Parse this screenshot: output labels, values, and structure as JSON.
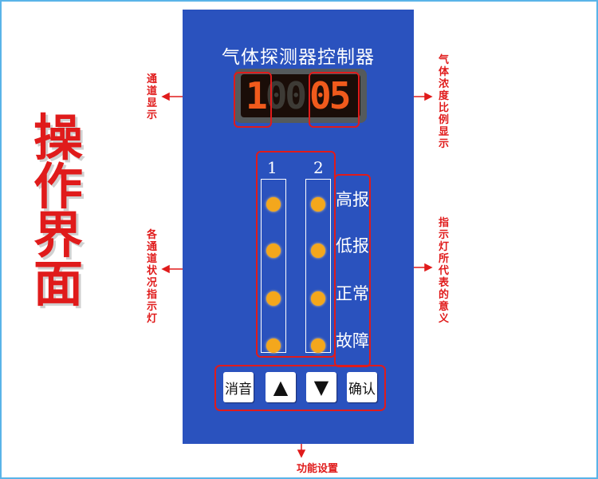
{
  "page_title": [
    "操",
    "作",
    "界",
    "面"
  ],
  "panel": {
    "title": "气体探测器控制器",
    "display": {
      "channel_digits_lit": "1",
      "channel_digits_dim": "00",
      "concentration": "05"
    },
    "columns": [
      "1",
      "2"
    ],
    "indicators": [
      "高报",
      "低报",
      "正常",
      "故障"
    ],
    "buttons": {
      "mute": "消音",
      "up": "▲",
      "down": "▼",
      "confirm": "确认"
    }
  },
  "annotations": {
    "channel_display": "通道显示",
    "concentration_display": "气体浓度比例显示",
    "channel_status": "各通道状况指示灯",
    "indicator_meaning": "指示灯所代表的意义",
    "function_setting": "功能设置"
  },
  "colors": {
    "panel": "#2a52be",
    "accent_red": "#e01b1b",
    "led": "#f4a71c",
    "segment": "#f05a1c"
  }
}
